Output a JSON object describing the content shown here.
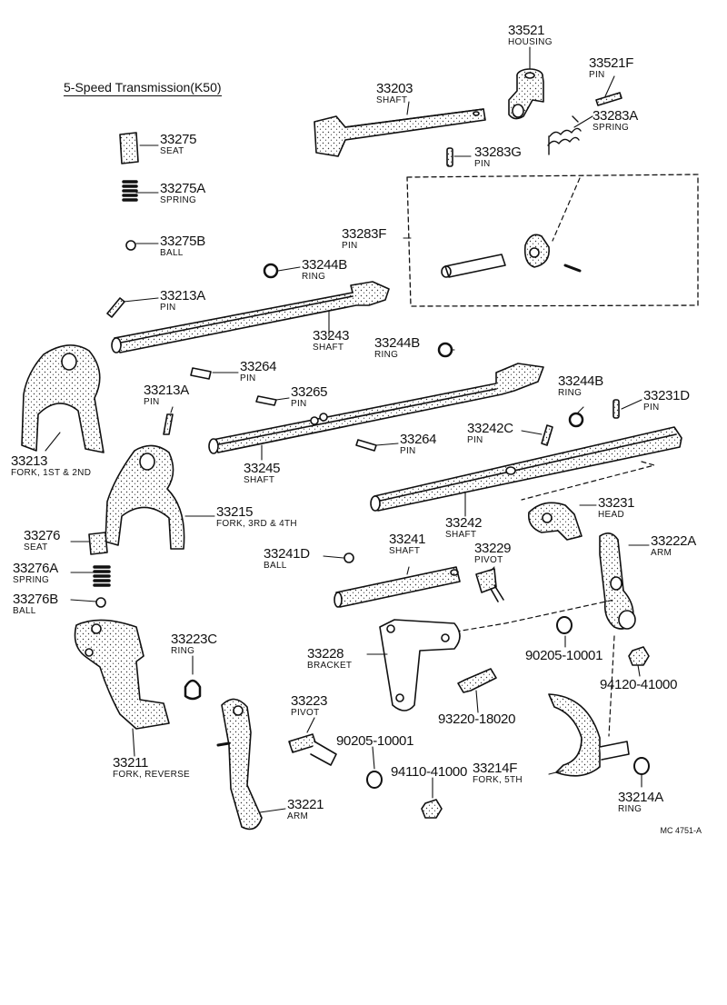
{
  "title": "5-Speed Transmission(K50)",
  "diagram_code": "MC 4751-A",
  "parts": [
    {
      "id": "p33521",
      "number": "33521",
      "name": "HOUSING"
    },
    {
      "id": "p33521F",
      "number": "33521F",
      "name": "PIN"
    },
    {
      "id": "p33203",
      "number": "33203",
      "name": "SHAFT"
    },
    {
      "id": "p33283A",
      "number": "33283A",
      "name": "SPRING"
    },
    {
      "id": "p33283G",
      "number": "33283G",
      "name": "PIN"
    },
    {
      "id": "p33283F",
      "number": "33283F",
      "name": "PIN"
    },
    {
      "id": "p33275",
      "number": "33275",
      "name": "SEAT"
    },
    {
      "id": "p33275A",
      "number": "33275A",
      "name": "SPRING"
    },
    {
      "id": "p33275B",
      "number": "33275B",
      "name": "BALL"
    },
    {
      "id": "p33244B_1",
      "number": "33244B",
      "name": "RING"
    },
    {
      "id": "p33213A_1",
      "number": "33213A",
      "name": "PIN"
    },
    {
      "id": "p33243",
      "number": "33243",
      "name": "SHAFT"
    },
    {
      "id": "p33244B_2",
      "number": "33244B",
      "name": "RING"
    },
    {
      "id": "p33264_1",
      "number": "33264",
      "name": "PIN"
    },
    {
      "id": "p33265",
      "number": "33265",
      "name": "PIN"
    },
    {
      "id": "p33213A_2",
      "number": "33213A",
      "name": "PIN"
    },
    {
      "id": "p33244B_3",
      "number": "33244B",
      "name": "RING"
    },
    {
      "id": "p33231D",
      "number": "33231D",
      "name": "PIN"
    },
    {
      "id": "p33242C",
      "number": "33242C",
      "name": "PIN"
    },
    {
      "id": "p33264_2",
      "number": "33264",
      "name": "PIN"
    },
    {
      "id": "p33213",
      "number": "33213",
      "name": "FORK, 1ST & 2ND"
    },
    {
      "id": "p33245",
      "number": "33245",
      "name": "SHAFT"
    },
    {
      "id": "p33215",
      "number": "33215",
      "name": "FORK, 3RD & 4TH"
    },
    {
      "id": "p33242",
      "number": "33242",
      "name": "SHAFT"
    },
    {
      "id": "p33231",
      "number": "33231",
      "name": "HEAD"
    },
    {
      "id": "p33222A",
      "number": "33222A",
      "name": "ARM"
    },
    {
      "id": "p33276",
      "number": "33276",
      "name": "SEAT"
    },
    {
      "id": "p33276A",
      "number": "33276A",
      "name": "SPRING"
    },
    {
      "id": "p33276B",
      "number": "33276B",
      "name": "BALL"
    },
    {
      "id": "p33241D",
      "number": "33241D",
      "name": "BALL"
    },
    {
      "id": "p33241",
      "number": "33241",
      "name": "SHAFT"
    },
    {
      "id": "p33229",
      "number": "33229",
      "name": "PIVOT"
    },
    {
      "id": "p90205_1",
      "number": "90205-10001",
      "name": ""
    },
    {
      "id": "p94120",
      "number": "94120-41000",
      "name": ""
    },
    {
      "id": "p33223C",
      "number": "33223C",
      "name": "RING"
    },
    {
      "id": "p33228",
      "number": "33228",
      "name": "BRACKET"
    },
    {
      "id": "p93220",
      "number": "93220-18020",
      "name": ""
    },
    {
      "id": "p33223",
      "number": "33223",
      "name": "PIVOT"
    },
    {
      "id": "p90205_2",
      "number": "90205-10001",
      "name": ""
    },
    {
      "id": "p94110",
      "number": "94110-41000",
      "name": ""
    },
    {
      "id": "p33214F",
      "number": "33214F",
      "name": "FORK, 5TH"
    },
    {
      "id": "p33211",
      "number": "33211",
      "name": "FORK, REVERSE"
    },
    {
      "id": "p33214A",
      "number": "33214A",
      "name": "RING"
    },
    {
      "id": "p33221",
      "number": "33221",
      "name": "ARM"
    }
  ]
}
